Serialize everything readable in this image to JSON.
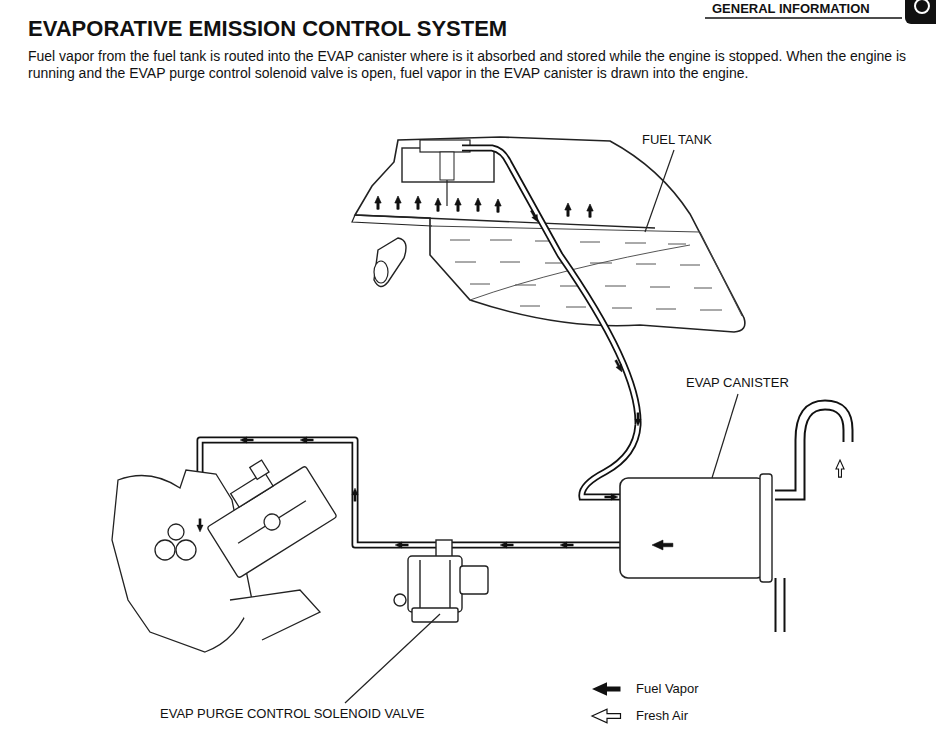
{
  "diagram": {
    "title": "EVAPORATIVE EMISSION CONTROL SYSTEM",
    "labels": [
      "GENERAL INFORMATION",
      "Fuel vapor from the fuel tank is routed into the EVAP canister where is it absorbed and stored while the engine is stopped. When the engine is running and the EVAP purge control solenoid valve is open, fuel vapor in the EVAP canister is drawn into the engine.",
      "FUEL TANK",
      "EVAP CANISTER",
      "EVAP PURGE CONTROL SOLENOID VALVE"
    ],
    "legend": [
      {
        "text": "Fuel Vapor"
      },
      {
        "text": "Fresh Air"
      }
    ]
  }
}
